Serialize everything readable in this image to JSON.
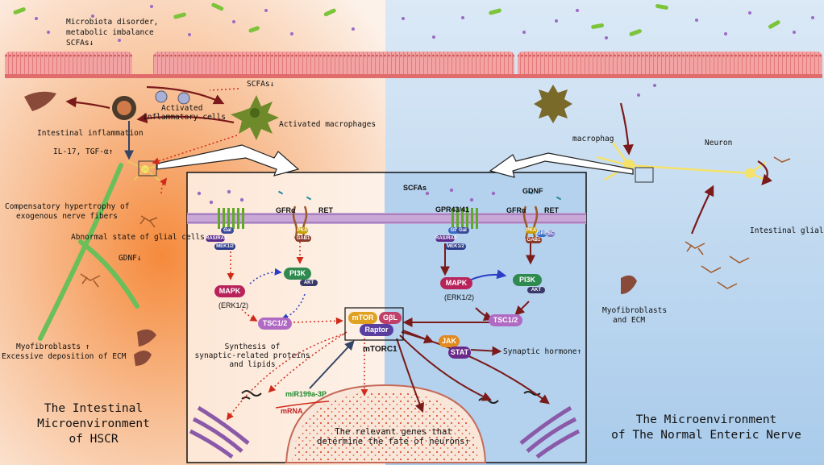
{
  "left_panel": {
    "title_line1": "The Intestinal",
    "title_line2": "Microenvironment",
    "title_line3": "of HSCR",
    "microbiota_line1": "Microbiota disorder,",
    "microbiota_line2": "metabolic imbalance",
    "microbiota_line3": "SCFAs↓",
    "scfas_down": "SCFAs↓",
    "activated_cells_line1": "Activated",
    "activated_cells_line2": "inflammatory cells",
    "activated_macrophages": "Activated macrophages",
    "inflammation": "Intestinal inflammation",
    "cytokines": "IL-17, TGF-α↑",
    "hypertrophy_line1": "Compensatory hypertrophy of",
    "hypertrophy_line2": "exogenous nerve fibers",
    "glial_state": "Abnormal state of glial cells",
    "gdnf_down": "GDNF↓",
    "myofibroblasts_line1": "Myofibroblasts ↑",
    "myofibroblasts_line2": "Excessive deposition of ECM"
  },
  "right_panel": {
    "title_line1": "The Microenvironment",
    "title_line2": "of The Normal Enteric Nerve",
    "macrophage": "macrophag",
    "neuron": "Neuron",
    "glial": "Intestinal glial",
    "myofibroblasts_line1": "Myofibroblasts",
    "myofibroblasts_line2": "and ECM"
  },
  "center_box": {
    "scfas": "SCFAs",
    "gdnf": "GDNF",
    "gpr": "GPR43/41",
    "gfra_left": "GFRα",
    "ret_left": "RET",
    "gfra_right": "GFRα",
    "ret_right": "RET",
    "mapk": "MAPK",
    "erk": "(ERK1/2)",
    "pi3k": "PI3K",
    "akt": "AKT",
    "tsc": "TSC1/2",
    "mtor": "mTOR",
    "gbl": "GβL",
    "raptor": "Raptor",
    "mtorc1": "mTORC1",
    "jak": "JAK",
    "stat": "STAT",
    "synaptic_hormone": "Synaptic hormone↑",
    "synthesis_line1": "Synthesis of",
    "synthesis_line2": "synaptic-related proteins",
    "synthesis_line3": "and lipids",
    "mirna": "miR199a-3P",
    "mrna": "mRNA",
    "genes_line1": "The relevant genes that",
    "genes_line2": "determine the fate of neurons↑",
    "gal": "Gal",
    "rasraf": "RAS/RAF",
    "mek": "MEK1/2",
    "gab": "GAB1",
    "grb": "GRB",
    "pka": "PKA",
    "sc": "SC",
    "gp": "GP"
  },
  "colors": {
    "left_bg": "#f6a36a",
    "right_bg": "#b7d3ec",
    "mapk": "#b8245a",
    "pi3k": "#2f8a4f",
    "tsc": "#b06ac4",
    "raptor": "#5a3fa0",
    "arrow_dark": "#7a1a1a",
    "arrow_red": "#d02a1a",
    "arrow_blue": "#2a3dc4"
  }
}
